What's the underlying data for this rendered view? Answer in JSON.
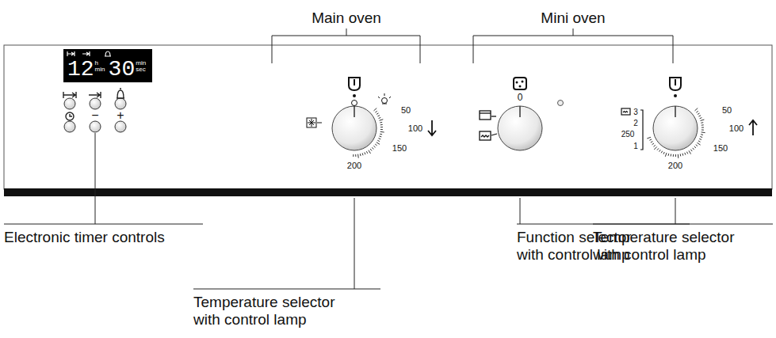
{
  "diagram": {
    "nodes": [
      {
        "text": [
          "12",
          "h min",
          "30",
          "min sec"
        ]
      }
    ],
    "labels": [
      "Main oven",
      "Mini oven",
      "50",
      "100",
      "150",
      "200",
      "0",
      "3",
      "2",
      "250",
      "1",
      "50",
      "100",
      "150",
      "200",
      "−",
      "+",
      "Electronic timer controls",
      "Function selector with control lamp",
      "Temperature selector with control lamp",
      "Temperature selector with control lamp"
    ]
  }
}
